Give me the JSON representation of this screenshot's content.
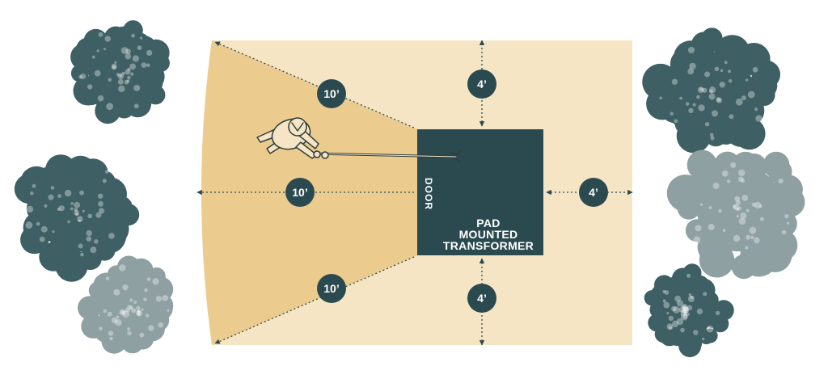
{
  "colors": {
    "clearance_area": "#f6e5c4",
    "swing_zone": "#eccc8e",
    "transformer": "#2b4a50",
    "badge": "#2b4a50",
    "dimension_line": "#2b4a50",
    "tree_dark": "#3e5f63",
    "tree_light": "#8ea0a1",
    "worker_outline": "#2b3c3e"
  },
  "transformer": {
    "label_lines": [
      "PAD",
      "MOUNTED",
      "TRANSFORMER"
    ],
    "door_label": "DOOR"
  },
  "dimensions": {
    "front_top": "10’",
    "front_center": "10’",
    "front_bottom": "10’",
    "side_top": "4’",
    "side_right": "4’",
    "side_bottom": "4’"
  },
  "icons": {
    "worker": "lineworker-with-hot-stick-icon",
    "tree": "tree-icon",
    "arrowhead": "arrowhead-icon"
  }
}
